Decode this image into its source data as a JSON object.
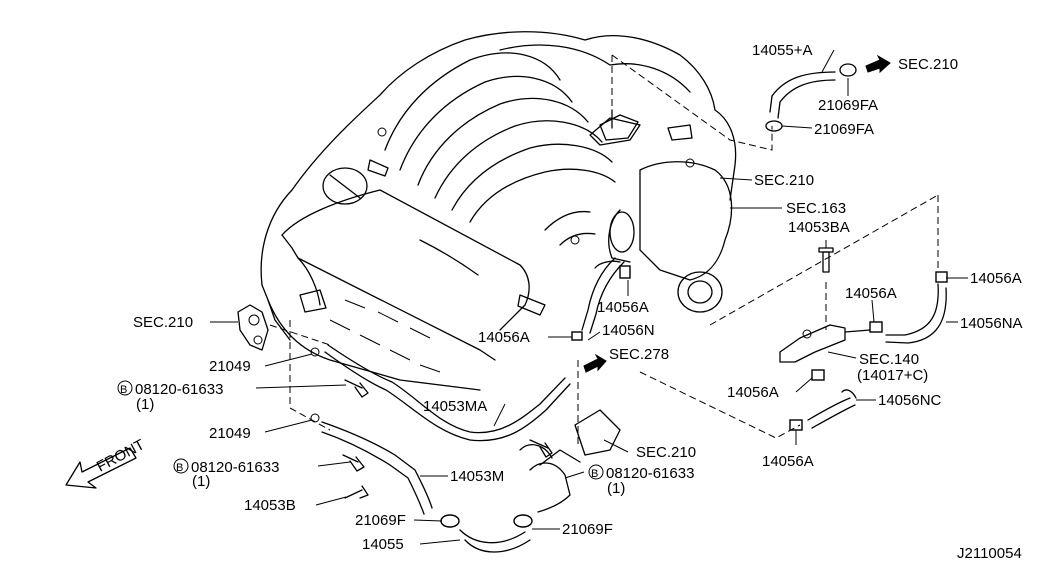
{
  "labels": {
    "l_14055A": "14055+A",
    "l_sec210_top": "SEC.210",
    "l_21069FA_a": "21069FA",
    "l_21069FA_b": "21069FA",
    "l_sec210_mid": "SEC.210",
    "l_sec163": "SEC.163",
    "l_14053BA": "14053BA",
    "l_14056A_r1": "14056A",
    "l_14056A_r2": "14056A",
    "l_14056NA": "14056NA",
    "l_14056A_c1": "14056A",
    "l_14056A_c2": "14056A",
    "l_14056N": "14056N",
    "l_sec278": "SEC.278",
    "l_sec140": "SEC.140",
    "l_14017C": "(14017+C)",
    "l_14056A_r3": "14056A",
    "l_14056NC": "14056NC",
    "l_14056A_r4": "14056A",
    "l_sec210_left": "SEC.210",
    "l_21049_a": "21049",
    "l_bolt1": "08120-61633",
    "l_qty1": "(1)",
    "l_21049_b": "21049",
    "l_14053MA": "14053MA",
    "l_sec210_low": "SEC.210",
    "l_bolt2": "08120-61633",
    "l_qty2": "(1)",
    "l_14053M": "14053M",
    "l_bolt3": "08120-61633",
    "l_qty3": "(1)",
    "l_14053B": "14053B",
    "l_21069F_a": "21069F",
    "l_21069F_b": "21069F",
    "l_14055": "14055",
    "l_front": "FRONT",
    "l_diagram_id": "J2110054"
  },
  "bolt_symbol": "B"
}
